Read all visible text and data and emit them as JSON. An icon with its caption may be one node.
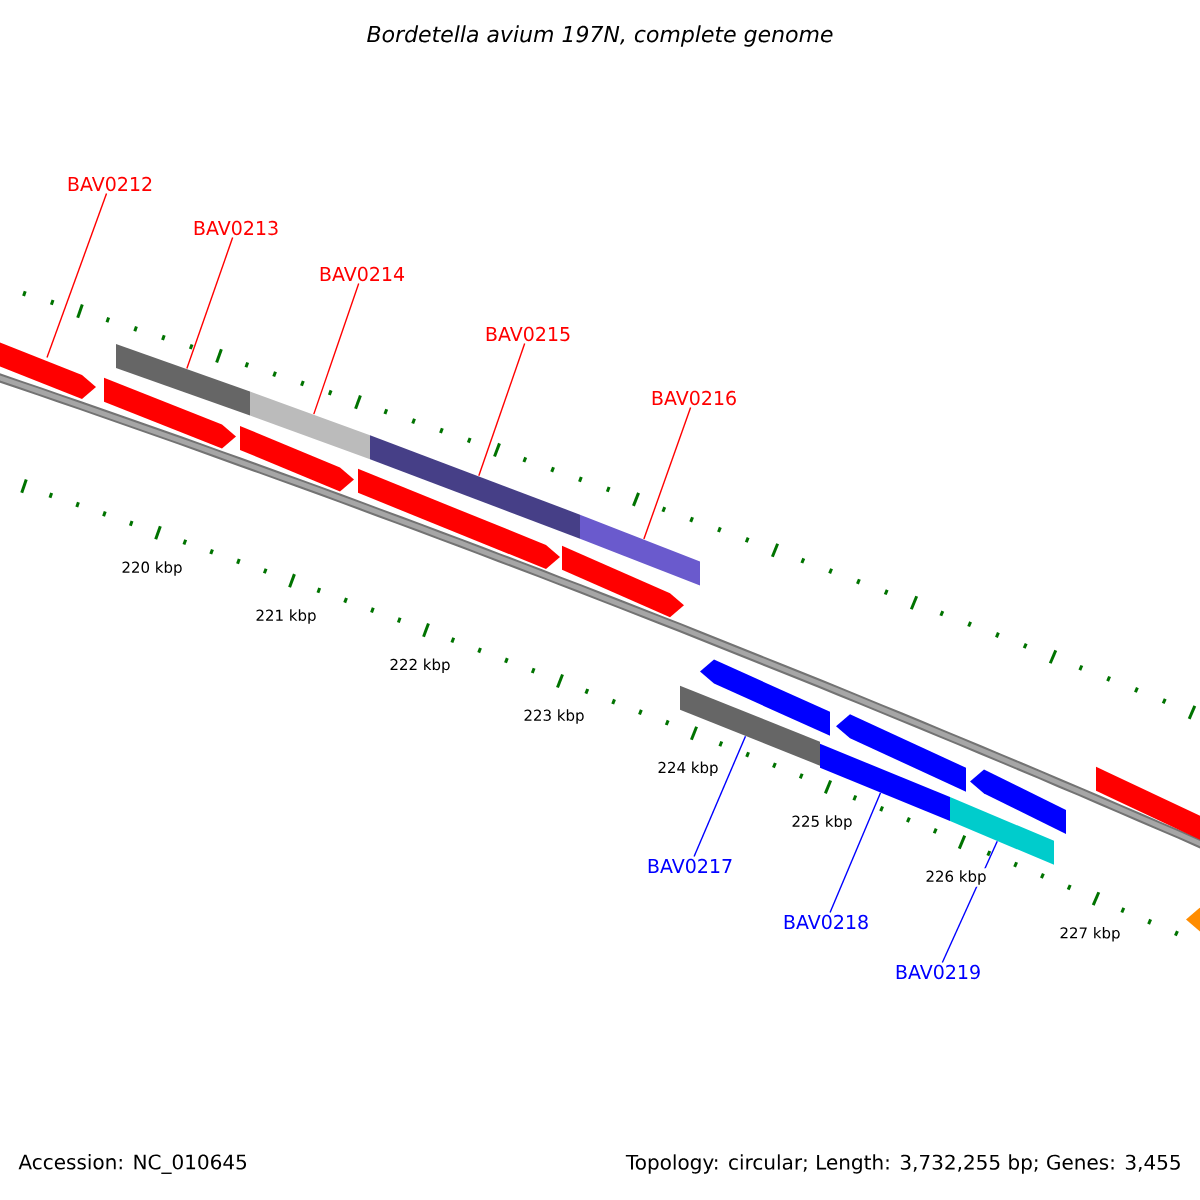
{
  "diagram": {
    "title": "Bordetella avium 197N, complete genome",
    "nodes": [
      {
        "text": [
          "BAV0212"
        ]
      },
      {
        "text": [
          "BAV0213"
        ]
      },
      {
        "text": [
          "BAV0214"
        ]
      },
      {
        "text": [
          "BAV0215"
        ]
      },
      {
        "text": [
          "BAV0216"
        ]
      },
      {
        "text": [
          "BAV0217"
        ]
      },
      {
        "text": [
          "BAV0218"
        ]
      },
      {
        "text": [
          "BAV0219"
        ]
      },
      {
        "text": [],
        "shape": "arrow"
      },
      {
        "text": [],
        "shape": "bar"
      },
      {
        "text": [],
        "shape": "bar"
      },
      {
        "text": [],
        "shape": "bar"
      },
      {
        "text": [],
        "shape": "bar"
      },
      {
        "text": [],
        "shape": "bar"
      },
      {
        "text": [],
        "shape": "bar"
      },
      {
        "text": [],
        "shape": "bar"
      },
      {
        "text": [],
        "shape": "arrow"
      },
      {
        "text": [],
        "shape": "arrow"
      },
      {
        "text": [],
        "shape": "arrow"
      },
      {
        "text": [],
        "shape": "arrow"
      },
      {
        "text": [],
        "shape": "arrow"
      },
      {
        "text": [],
        "shape": "arrow"
      },
      {
        "text": [],
        "shape": "arrow"
      },
      {
        "text": [],
        "shape": "arrow"
      },
      {
        "text": [],
        "shape": "arrow"
      }
    ],
    "edges": [
      {
        "from": 0,
        "to": 8,
        "arrow": "none"
      },
      {
        "from": 1,
        "to": 9,
        "arrow": "none"
      },
      {
        "from": 2,
        "to": 10,
        "arrow": "none"
      },
      {
        "from": 3,
        "to": 11,
        "arrow": "none"
      },
      {
        "from": 4,
        "to": 12,
        "arrow": "none"
      },
      {
        "from": 5,
        "to": 13,
        "arrow": "none",
        "color": "#0000ff"
      },
      {
        "from": 6,
        "to": 14,
        "arrow": "none",
        "color": "#0000ff"
      },
      {
        "from": 7,
        "to": 15,
        "arrow": "none",
        "color": "#0000ff"
      }
    ],
    "labels": [
      "220 kbp",
      "221 kbp",
      "222 kbp",
      "223 kbp",
      "224 kbp",
      "225 kbp",
      "226 kbp",
      "227 kbp",
      "Accession: NC_010645",
      "Topology: circular; Length: 3,732,255 bp; Genes: 3,455"
    ]
  }
}
